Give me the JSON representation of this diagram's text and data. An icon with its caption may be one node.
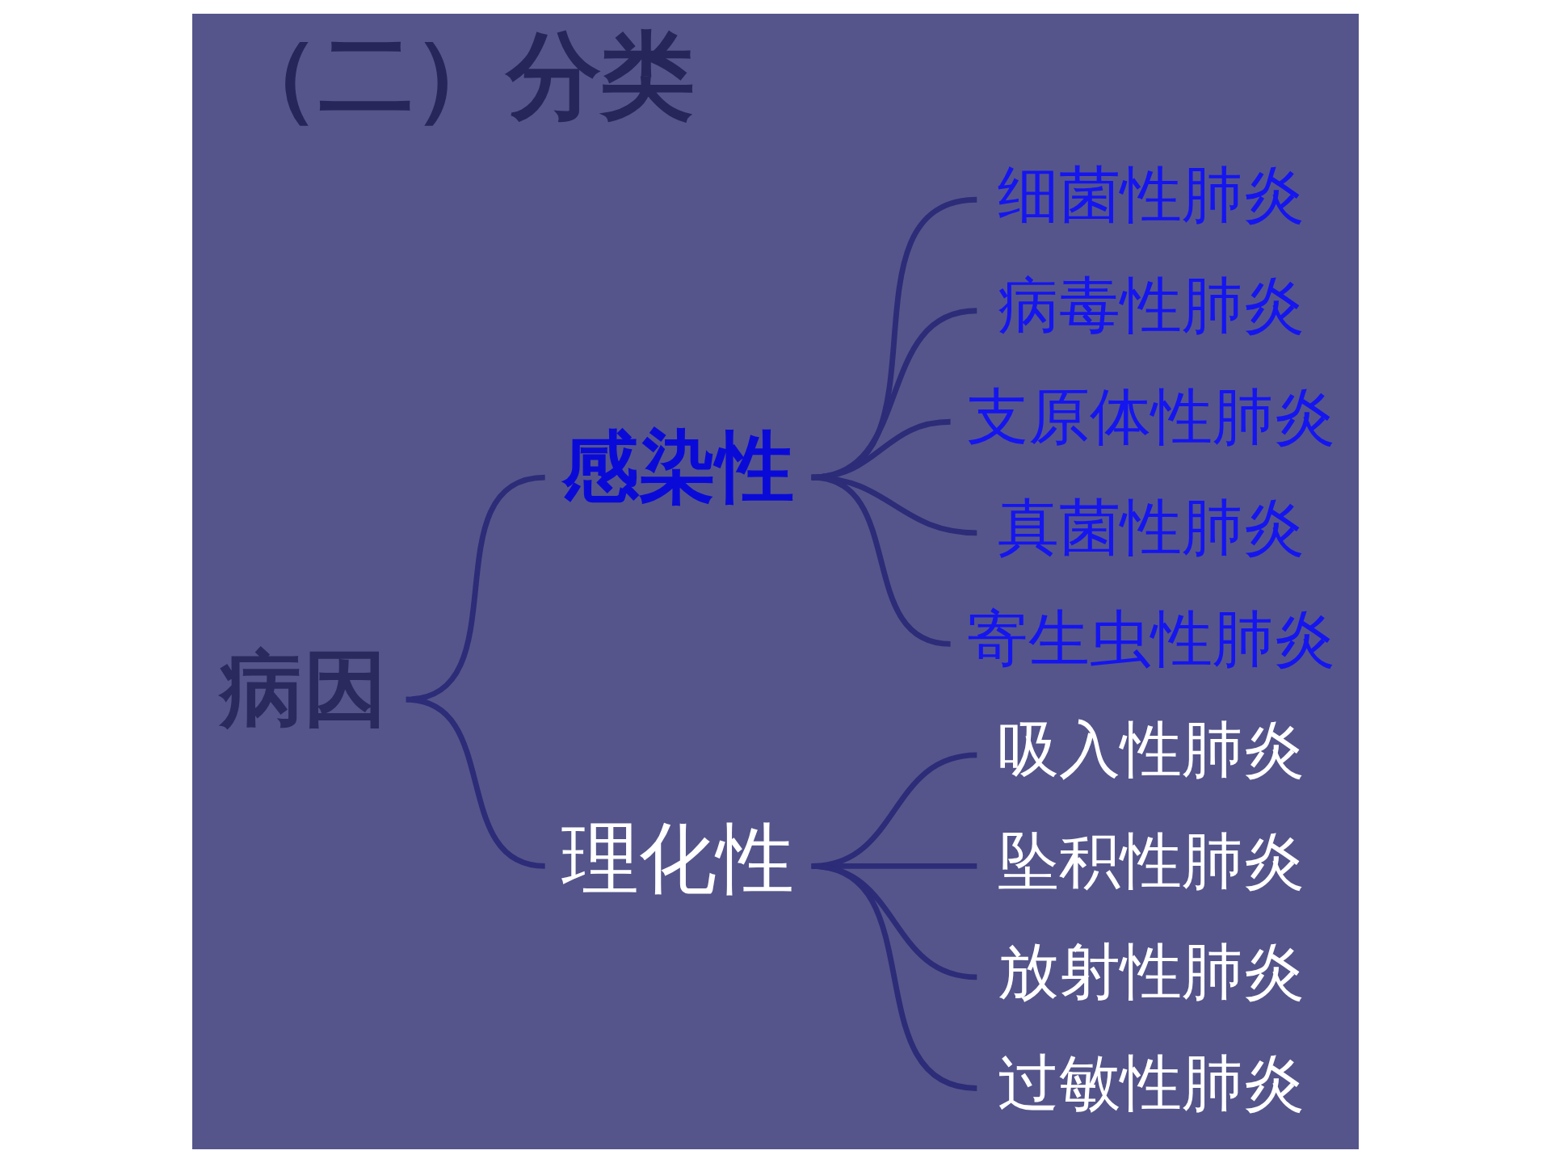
{
  "diagram": {
    "title": "（二）分类",
    "nodes": [
      {
        "text": [
          "病因"
        ]
      },
      {
        "text": [
          "感染性"
        ]
      },
      {
        "text": [
          "细菌性肺炎"
        ]
      },
      {
        "text": [
          "病毒性肺炎"
        ]
      },
      {
        "text": [
          "支原体性肺炎"
        ]
      },
      {
        "text": [
          "真菌性肺炎"
        ]
      },
      {
        "text": [
          "寄生虫性肺炎"
        ]
      },
      {
        "text": [
          "理化性"
        ]
      },
      {
        "text": [
          "吸入性肺炎"
        ]
      },
      {
        "text": [
          "坠积性肺炎"
        ]
      },
      {
        "text": [
          "放射性肺炎"
        ]
      },
      {
        "text": [
          "过敏性肺炎"
        ]
      }
    ],
    "edges": [
      {
        "from": 0,
        "to": 1,
        "arrow": "none"
      },
      {
        "from": 0,
        "to": 7,
        "arrow": "none"
      },
      {
        "from": 1,
        "to": 2,
        "arrow": "none"
      },
      {
        "from": 1,
        "to": 3,
        "arrow": "none"
      },
      {
        "from": 1,
        "to": 4,
        "arrow": "none"
      },
      {
        "from": 1,
        "to": 5,
        "arrow": "none"
      },
      {
        "from": 1,
        "to": 6,
        "arrow": "none"
      },
      {
        "from": 7,
        "to": 8,
        "arrow": "none"
      },
      {
        "from": 7,
        "to": 9,
        "arrow": "none"
      },
      {
        "from": 7,
        "to": 10,
        "arrow": "none"
      },
      {
        "from": 7,
        "to": 11,
        "arrow": "none"
      }
    ]
  }
}
